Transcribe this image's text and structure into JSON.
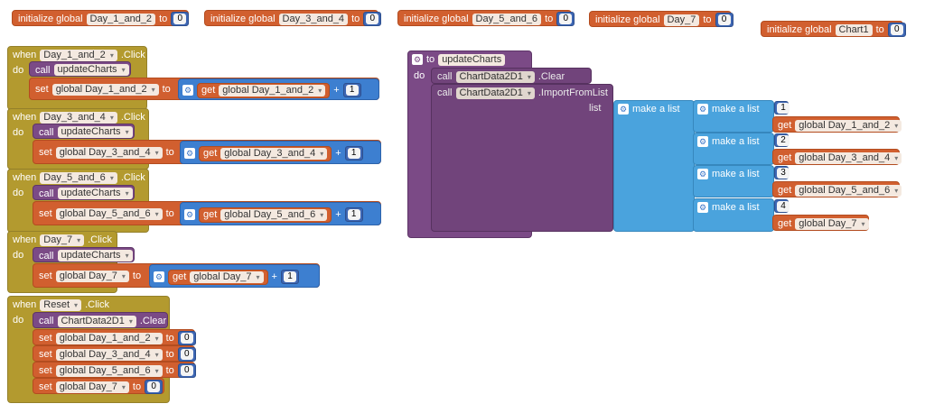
{
  "init": [
    {
      "kw": "initialize global",
      "name": "Day_1_and_2",
      "to": "to",
      "val": "0"
    },
    {
      "kw": "initialize global",
      "name": "Day_3_and_4",
      "to": "to",
      "val": "0"
    },
    {
      "kw": "initialize global",
      "name": "Day_5_and_6",
      "to": "to",
      "val": "0"
    },
    {
      "kw": "initialize global",
      "name": "Day_7",
      "to": "to",
      "val": "0"
    },
    {
      "kw": "initialize global",
      "name": "Chart1",
      "to": "to",
      "val": "0"
    }
  ],
  "events": [
    {
      "when": "when",
      "component": "Day_1_and_2",
      "evt": ".Click",
      "do": "do",
      "call": "call",
      "proc": "updateCharts",
      "set": "set",
      "var": "global Day_1_and_2",
      "to": "to",
      "get": "get",
      "getvar": "global Day_1_and_2",
      "plus": "+",
      "inc": "1"
    },
    {
      "when": "when",
      "component": "Day_3_and_4",
      "evt": ".Click",
      "do": "do",
      "call": "call",
      "proc": "updateCharts",
      "set": "set",
      "var": "global Day_3_and_4",
      "to": "to",
      "get": "get",
      "getvar": "global Day_3_and_4",
      "plus": "+",
      "inc": "1"
    },
    {
      "when": "when",
      "component": "Day_5_and_6",
      "evt": ".Click",
      "do": "do",
      "call": "call",
      "proc": "updateCharts",
      "set": "set",
      "var": "global Day_5_and_6",
      "to": "to",
      "get": "get",
      "getvar": "global Day_5_and_6",
      "plus": "+",
      "inc": "1"
    },
    {
      "when": "when",
      "component": "Day_7",
      "evt": ".Click",
      "do": "do",
      "call": "call",
      "proc": "updateCharts",
      "set": "set",
      "var": "global Day_7",
      "to": "to",
      "get": "get",
      "getvar": "global Day_7",
      "plus": "+",
      "inc": "1"
    }
  ],
  "reset": {
    "when": "when",
    "component": "Reset",
    "evt": ".Click",
    "do": "do",
    "call": "call",
    "comp": "ChartData2D1",
    "method": ".Clear",
    "sets": [
      {
        "set": "set",
        "var": "global Day_1_and_2",
        "to": "to",
        "val": "0"
      },
      {
        "set": "set",
        "var": "global Day_3_and_4",
        "to": "to",
        "val": "0"
      },
      {
        "set": "set",
        "var": "global Day_5_and_6",
        "to": "to",
        "val": "0"
      },
      {
        "set": "set",
        "var": "global Day_7",
        "to": "to",
        "val": "0"
      }
    ]
  },
  "procedure": {
    "to": "to",
    "name": "updateCharts",
    "do": "do",
    "call1": "call",
    "comp1": "ChartData2D1",
    "m1": ".Clear",
    "call2": "call",
    "comp2": "ChartData2D1",
    "m2": ".ImportFromList",
    "list": "list",
    "makelist": "make a list",
    "items": [
      {
        "mk": "make a list",
        "n": "1",
        "get": "get",
        "var": "global Day_1_and_2"
      },
      {
        "mk": "make a list",
        "n": "2",
        "get": "get",
        "var": "global Day_3_and_4"
      },
      {
        "mk": "make a list",
        "n": "3",
        "get": "get",
        "var": "global Day_5_and_6"
      },
      {
        "mk": "make a list",
        "n": "4",
        "get": "get",
        "var": "global Day_7"
      }
    ]
  },
  "colors": {
    "variable": "#d15f2f",
    "event": "#b39a2f",
    "procedure": "#7b4a86",
    "math": "#3d7fd0",
    "list": "#4aa3dd"
  }
}
